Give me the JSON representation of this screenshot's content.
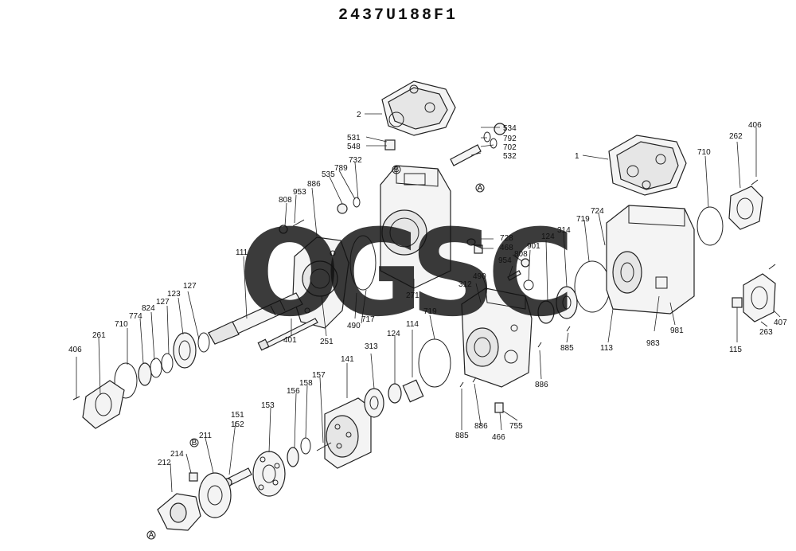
{
  "title": "2437U188F1",
  "watermark": {
    "letters": [
      "O",
      "G",
      "S",
      "C"
    ],
    "colors": [
      "#3d7fe6",
      "#e54a3a",
      "#f2c22e",
      "#1f9e5a"
    ]
  },
  "callouts": {
    "A": "A",
    "B": "B"
  },
  "labels": {
    "l1": "1",
    "l2": "2",
    "l111": "111",
    "l113": "113",
    "l114": "114",
    "l115": "115",
    "l123": "123",
    "l124a": "124",
    "l124b": "124",
    "l127a": "127",
    "l127b": "127",
    "l141": "141",
    "l151": "151",
    "l152": "152",
    "l153": "153",
    "l156": "156",
    "l157": "157",
    "l158": "158",
    "l211": "211",
    "l212": "212",
    "l214": "214",
    "l251": "251",
    "l261": "261",
    "l262": "262",
    "l263": "263",
    "l271": "271",
    "l312": "312",
    "l313": "313",
    "l314": "314",
    "l401": "401",
    "l406a": "406",
    "l406b": "406",
    "l407": "407",
    "l466": "466",
    "l468": "468",
    "l490a": "490",
    "l490b": "490",
    "l531": "531",
    "l532": "532",
    "l534": "534",
    "l535": "535",
    "l548": "548",
    "l702": "702",
    "l710a": "710",
    "l710b": "710",
    "l717": "717",
    "l719a": "719",
    "l719b": "719",
    "l724": "724",
    "l728": "728",
    "l732": "732",
    "l755": "755",
    "l774": "774",
    "l789": "789",
    "l792": "792",
    "l808a": "808",
    "l808b": "808",
    "l824": "824",
    "l885a": "885",
    "l885b": "885",
    "l886a": "886",
    "l886b": "886",
    "l886c": "886",
    "l901": "901",
    "l953": "953",
    "l954": "954",
    "l981": "981",
    "l983": "983"
  }
}
